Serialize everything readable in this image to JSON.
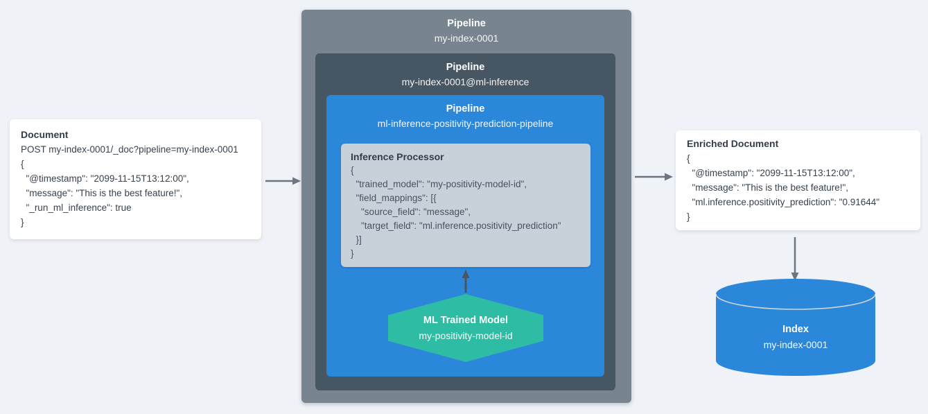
{
  "colors": {
    "background": "#eff2f6",
    "outer_pipeline_box": "#78848f",
    "mid_pipeline_box": "#475663",
    "blue_pipeline_box": "#2b87da",
    "processor_card": "#c7d1da",
    "model_hexagon": "#2ebda4",
    "index_cylinder": "#2b87da",
    "card_background": "#ffffff",
    "dark_text": "#37424e",
    "arrow_gray": "#6b7682",
    "arrow_dark": "#4b5560"
  },
  "document_card": {
    "title": "Document",
    "code": "POST my-index-0001/_doc?pipeline=my-index-0001\n{\n  \"@timestamp\": \"2099-11-15T13:12:00\",\n  \"message\": \"This is the best feature!\",\n  \"_run_ml_inference\": true\n}"
  },
  "outer_pipeline": {
    "title": "Pipeline",
    "name": "my-index-0001"
  },
  "inference_pipeline": {
    "title": "Pipeline",
    "name": "my-index-0001@ml-inference"
  },
  "prediction_pipeline": {
    "title": "Pipeline",
    "name": "ml-inference-positivity-prediction-pipeline"
  },
  "inference_processor": {
    "title": "Inference Processor",
    "code": "{\n  \"trained_model\": \"my-positivity-model-id\",\n  \"field_mappings\": [{\n    \"source_field\": \"message\",\n    \"target_field\": \"ml.inference.positivity_prediction\"\n  }]\n}"
  },
  "ml_model": {
    "title": "ML Trained Model",
    "name": "my-positivity-model-id"
  },
  "enriched_card": {
    "title": "Enriched Document",
    "code": "{\n  \"@timestamp\": \"2099-11-15T13:12:00\",\n  \"message\": \"This is the best feature!\",\n  \"ml.inference.positivity_prediction\": \"0.91644\"\n}"
  },
  "index_store": {
    "title": "Index",
    "name": "my-index-0001"
  }
}
